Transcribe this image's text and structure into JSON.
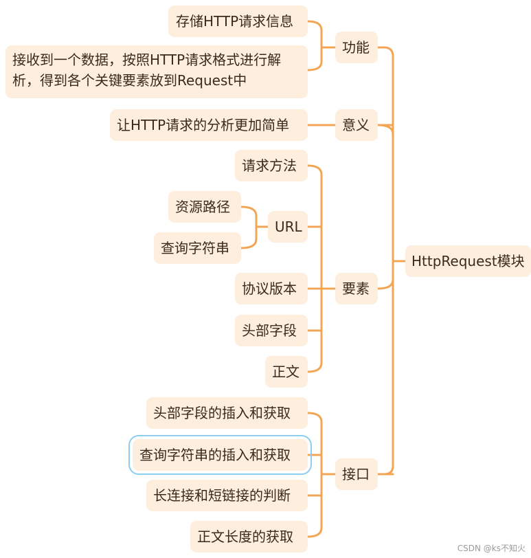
{
  "root": {
    "label": "HttpRequest模块"
  },
  "branches": {
    "function": {
      "label": "功能",
      "children": [
        {
          "label": "存储HTTP请求信息"
        },
        {
          "label": "接收到一个数据，按照HTTP请求格式进行解析，得到各个关键要素放到Request中"
        }
      ]
    },
    "meaning": {
      "label": "意义",
      "children": [
        {
          "label": "让HTTP请求的分析更加简单"
        }
      ]
    },
    "elements": {
      "label": "要素",
      "children": [
        {
          "label": "请求方法"
        },
        {
          "label": "URL",
          "children": [
            {
              "label": "资源路径"
            },
            {
              "label": "查询字符串"
            }
          ]
        },
        {
          "label": "协议版本"
        },
        {
          "label": "头部字段"
        },
        {
          "label": "正文"
        }
      ]
    },
    "interface": {
      "label": "接口",
      "children": [
        {
          "label": "头部字段的插入和获取"
        },
        {
          "label": "查询字符串的插入和获取"
        },
        {
          "label": "长连接和短链接的判断"
        },
        {
          "label": "正文长度的获取"
        }
      ]
    }
  },
  "watermark": "CSDN @ks不知火",
  "colors": {
    "line": "#f2a654",
    "node_bg": "#fdeedd",
    "selected_outline": "#8ccdf0"
  }
}
